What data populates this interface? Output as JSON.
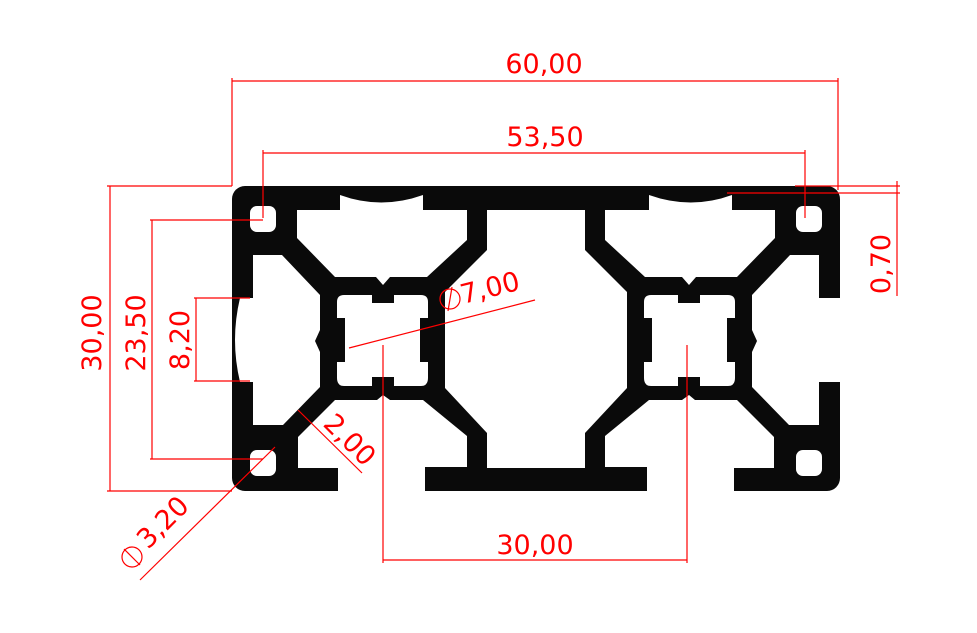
{
  "drawing": {
    "subject": "aluminium-profile-cross-section",
    "profile_color": "#0a0a0a",
    "dimension_color": "#ff0000",
    "dimensions": {
      "overall_width": "60,00",
      "hole_spacing_width": "53,50",
      "overall_height": "30,00",
      "hole_spacing_height": "23,50",
      "slot_width": "8,20",
      "wall_offset": "0,70",
      "center_bore_symbol": "∅",
      "center_bore": "7,00",
      "web_thickness": "2,00",
      "corner_hole_symbol": "∅",
      "corner_hole": "3,20",
      "center_spacing": "30,00"
    }
  }
}
